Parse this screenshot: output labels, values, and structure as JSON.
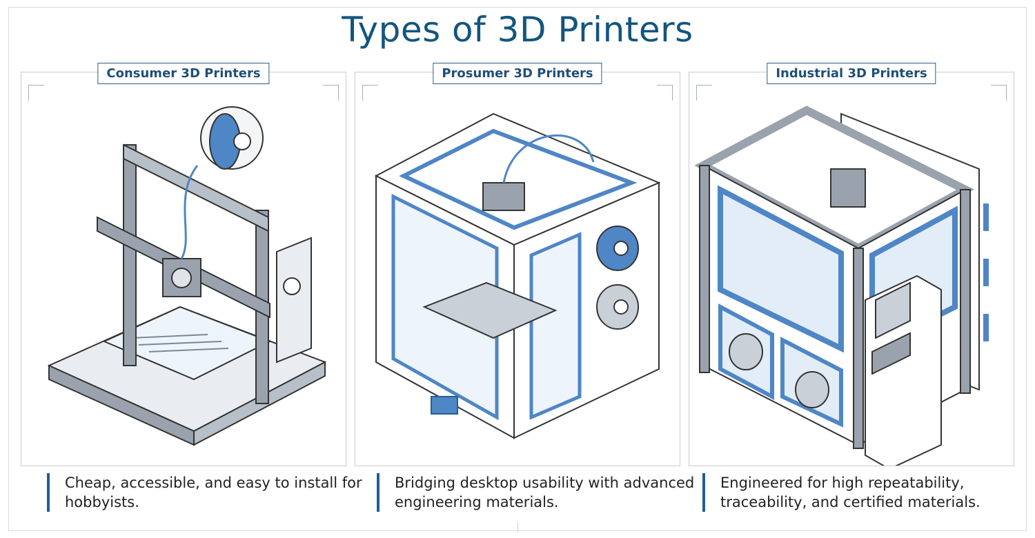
{
  "title": "Types of 3D Printers",
  "panels": [
    {
      "heading": "Consumer 3D Printers",
      "caption": "Cheap, accessible, and easy to install for hobbyists."
    },
    {
      "heading": "Prosumer 3D Printers",
      "caption": "Bridging desktop usability with advanced engineering materials."
    },
    {
      "heading": "Industrial 3D Printers",
      "caption": "Engineered for high repeatability, traceability, and certified materials."
    }
  ],
  "colors": {
    "accent": "#1f5f95",
    "title": "#13557e",
    "frame": "#c9ccd1",
    "steel": "#9aa3ad",
    "blue": "#4f86c6"
  }
}
